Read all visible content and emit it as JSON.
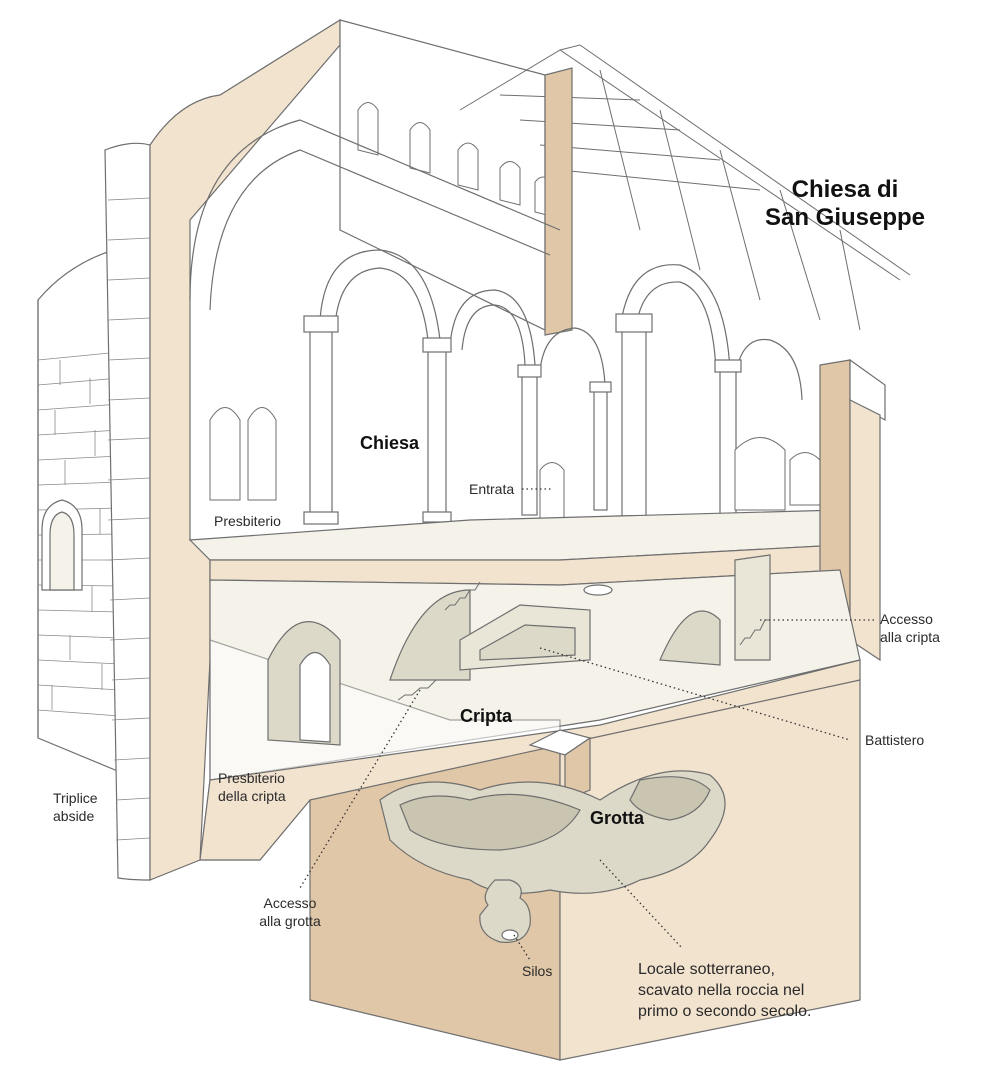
{
  "title": "Chiesa di\nSan Giuseppe",
  "labels": {
    "chiesa": "Chiesa",
    "entrata": "Entrata",
    "presbiterio": "Presbiterio",
    "accesso_cripta": "Accesso\nalla cripta",
    "battistero": "Battistero",
    "cripta": "Cripta",
    "presbiterio_cripta": "Presbiterio\ndella cripta",
    "triplice_abside": "Triplice\nabside",
    "grotta": "Grotta",
    "accesso_grotta": "Accesso\nalla grotta",
    "silos": "Silos",
    "locale": "Locale sotterraneo,\nscavato nella roccia nel\nprimo o secondo secolo."
  },
  "colors": {
    "line": "#6f6f6f",
    "beige": "#f2e3cf",
    "tan": "#e0c7a8",
    "stone": "#dcd9c8",
    "stone_dark": "#c9c5b0",
    "floor": "#f4f2e9",
    "dots": "#333333"
  }
}
